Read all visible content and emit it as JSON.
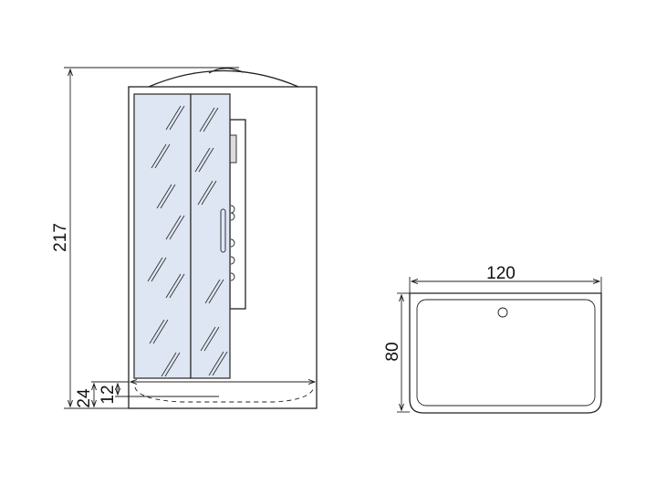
{
  "front_view": {
    "height_label": "217",
    "tray_height_label": "24",
    "tray_inner_label": "12"
  },
  "plan_view": {
    "width_label": "120",
    "depth_label": "80"
  },
  "colors": {
    "glass": "#dfe6f3",
    "line": "#222222"
  }
}
